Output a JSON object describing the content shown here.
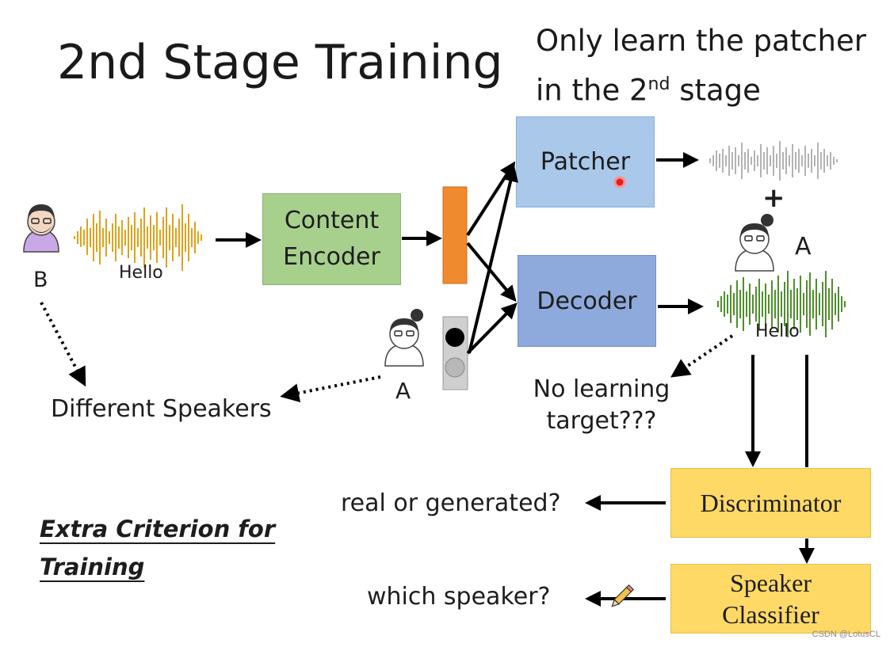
{
  "title": "2nd Stage Training",
  "note": {
    "line1": "Only learn the patcher",
    "line2_prefix": "in the 2",
    "line2_sup": "nd",
    "line2_suffix": " stage"
  },
  "boxes": {
    "content_encoder_line1": "Content",
    "content_encoder_line2": "Encoder",
    "patcher": "Patcher",
    "decoder": "Decoder",
    "discriminator": "Discriminator",
    "speaker_classifier_line1": "Speaker",
    "speaker_classifier_line2": "Classifier"
  },
  "labels": {
    "speaker_b": "B",
    "hello_input": "Hello",
    "speaker_a_input": "A",
    "speaker_a_output": "A",
    "hello_output": "Hello",
    "plus": "+",
    "different_speakers": "Different Speakers",
    "no_learning_line1": "No learning",
    "no_learning_line2": "target???",
    "real_or_generated": "real or generated?",
    "which_speaker": "which speaker?",
    "extra_line1": "Extra Criterion for",
    "extra_line2": "Training"
  },
  "watermark": "CSDN @LotusCL",
  "colors": {
    "content_encoder": "#a8d08d",
    "patcher": "#a9c8ea",
    "decoder": "#8ea9db",
    "discriminator": "#ffd966",
    "content_vector": "#f08a2e",
    "wave_input": "#e0a21a",
    "wave_patch": "#b3b3b3",
    "wave_output": "#4f8f2a"
  }
}
